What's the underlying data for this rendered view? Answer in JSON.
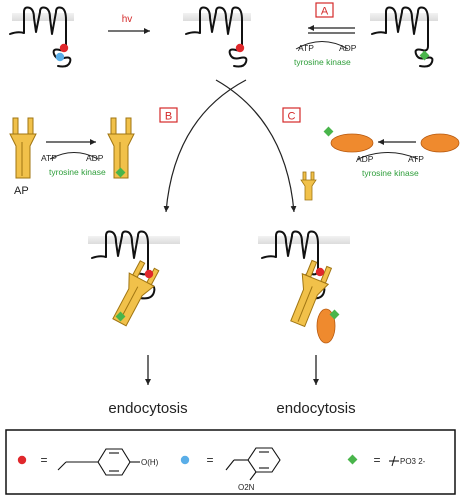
{
  "labels": {
    "light": "hv",
    "step_a": "A",
    "step_b": "B",
    "step_c": "C",
    "atp": "ATP",
    "adp": "ADP",
    "tyrosine_kinase": "tyrosine kinase",
    "ap": "AP",
    "endocytosis": "endocytosis"
  },
  "legend": {
    "equals": "=",
    "phenol_group": "O(H)",
    "nitro_group": "O2N",
    "phosphate": "PO3 2-"
  },
  "colors": {
    "red_marker": "#e0282c",
    "blue_marker": "#5aaee8",
    "green_marker": "#49b54b",
    "adaptor_yellow": "#f1c14a",
    "kinase_orange": "#ef8a2e",
    "label_green": "#2e9e3a",
    "label_red": "#d42a2a"
  }
}
